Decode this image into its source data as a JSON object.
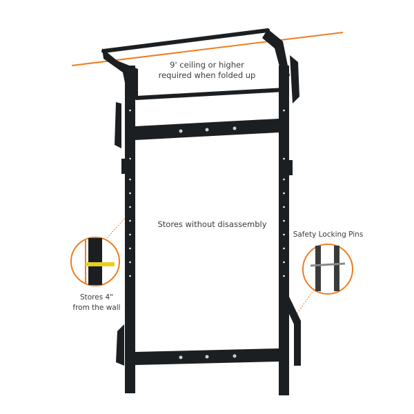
{
  "annotations": {
    "ceiling_line1": "9' ceiling or higher",
    "ceiling_line2": "required when folded up",
    "center": "Stores without disassembly",
    "pins": "Safety Locking Pins",
    "wall_line1": "Stores 4\"",
    "wall_line2": "from the wall"
  },
  "colors": {
    "accent": "#f07c1e",
    "frame": "#1c1f22"
  }
}
